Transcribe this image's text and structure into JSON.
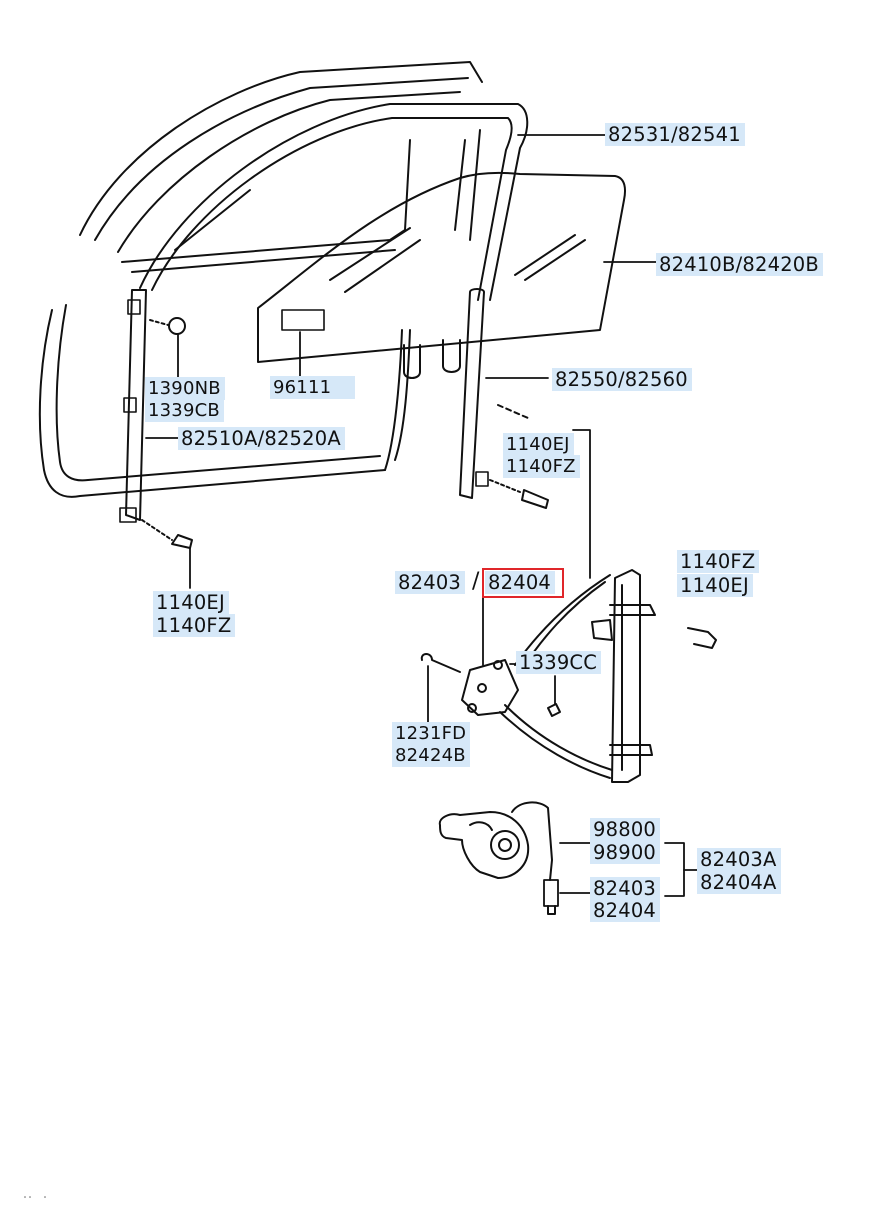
{
  "callouts": {
    "c1": "82531/82541",
    "c2": "82410B/82420B",
    "c3": "1390NB",
    "c4": "1339CB",
    "c5": "96111",
    "c6": "82550/82560",
    "c7": "82510A/82520A",
    "c8": "1140EJ",
    "c9": "1140FZ",
    "c10": "1140EJ",
    "c11": "1140FZ",
    "c12": "82403",
    "c13": "82404",
    "c14": "1140FZ",
    "c15": "1140EJ",
    "c16": "1339CC",
    "c17": "1231FD",
    "c18": "82424B",
    "c19": "98800",
    "c20": "98900",
    "c21": "82403",
    "c22": "82404",
    "c23": "82403A",
    "c24": "82404A"
  },
  "highlighted_part": "82404",
  "colors": {
    "label_bg": "#d6e8f8",
    "highlight": "#e0262a",
    "line": "#111111"
  }
}
